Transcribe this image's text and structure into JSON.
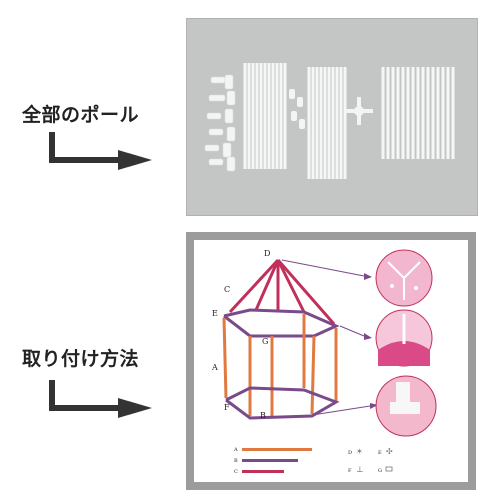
{
  "sections": [
    {
      "label": "全部のポール"
    },
    {
      "label": "取り付け方法"
    }
  ],
  "diagram": {
    "point_labels": [
      "D",
      "C",
      "E",
      "G",
      "A",
      "F",
      "B"
    ],
    "legend": {
      "bars": [
        {
          "label": "A",
          "color": "#e07a40"
        },
        {
          "label": "B",
          "color": "#7a4a8a"
        },
        {
          "label": "C",
          "color": "#c0305a"
        }
      ],
      "connectors": [
        "D",
        "E",
        "F",
        "G"
      ]
    }
  },
  "colors": {
    "pole_orange": "#e07a40",
    "pole_purple": "#7a4a8a",
    "pole_red": "#c0305a",
    "tent_pink": "#f2b6cf",
    "frame_gray": "#9c9c9c",
    "photo_bg": "#c4c6c6"
  }
}
